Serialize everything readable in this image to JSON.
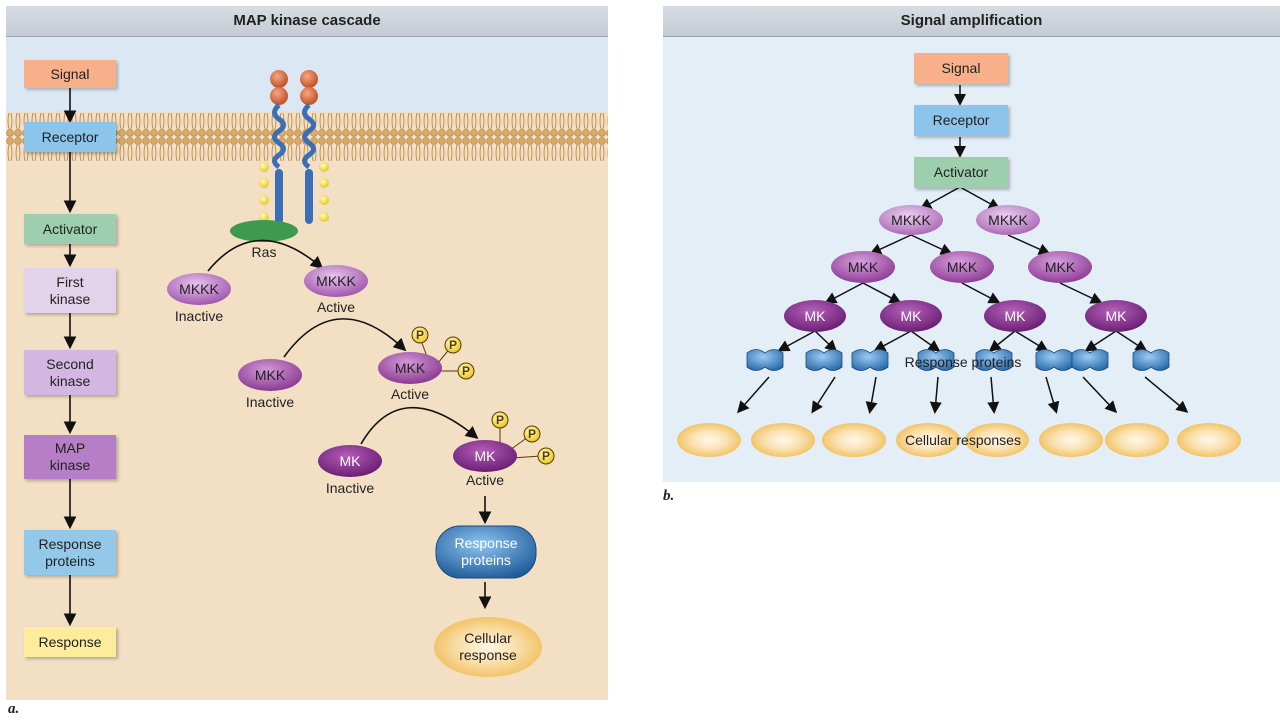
{
  "panel_a": {
    "title": "MAP kinase cascade",
    "label": "a.",
    "flow": [
      {
        "text": "Signal",
        "color": "#f8b08a"
      },
      {
        "text": "Receptor",
        "color": "#8cc4ec"
      },
      {
        "text": "Activator",
        "color": "#9dcfae"
      },
      {
        "text": "First kinase",
        "color": "#e2d2ea"
      },
      {
        "text": "Second kinase",
        "color": "#d4b6e2"
      },
      {
        "text": "MAP kinase",
        "color": "#b57ec6"
      },
      {
        "text": "Response proteins",
        "color": "#94c8e8"
      },
      {
        "text": "Response",
        "color": "#fcec9c"
      }
    ],
    "ras": "Ras",
    "mkkk": "MKKK",
    "mkk": "MKK",
    "mk": "MK",
    "inactive": "Inactive",
    "active": "Active",
    "phosphate": "P",
    "response_proteins": [
      "Response",
      "proteins"
    ],
    "cellular_response": [
      "Cellular",
      "response"
    ]
  },
  "panel_b": {
    "title": "Signal amplification",
    "label": "b.",
    "signal": "Signal",
    "receptor": "Receptor",
    "activator": "Activator",
    "mkkk": "MKKK",
    "mkk": "MKK",
    "mk": "MK",
    "response_proteins": "Response proteins",
    "cellular_responses": "Cellular responses"
  },
  "colors": {
    "cytoplasm": "#f2dfc4",
    "extracellular": "#dbe8f3",
    "membrane": "#c99858",
    "panel_b_bg": "#e4eef7",
    "kinase_purple": "#8e3e97",
    "response_protein_blue": "#2f6aa8"
  }
}
